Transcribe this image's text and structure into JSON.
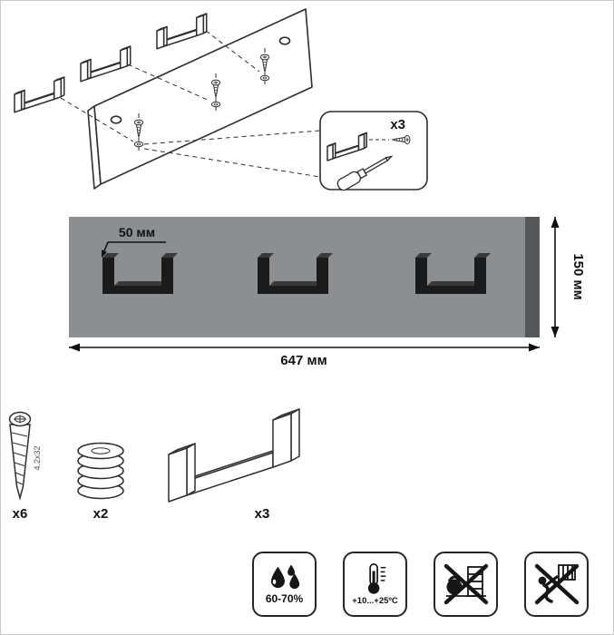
{
  "exploded_view": {
    "callout_count": "x3"
  },
  "front_view": {
    "hook_depth_label": "50 мм",
    "height_label": "150 мм",
    "width_label": "647 мм"
  },
  "parts": {
    "screw_count": "x6",
    "screw_size": "4.2x32",
    "washer_count": "x2",
    "hook_count": "x3"
  },
  "care": {
    "humidity": "60-70%",
    "temperature": "+10...+25ºC"
  },
  "colors": {
    "board_face": "#8b8f92",
    "board_edge": "#54585b",
    "hook_front": "#1b1b1b",
    "hook_top": "#3a3a3a"
  }
}
